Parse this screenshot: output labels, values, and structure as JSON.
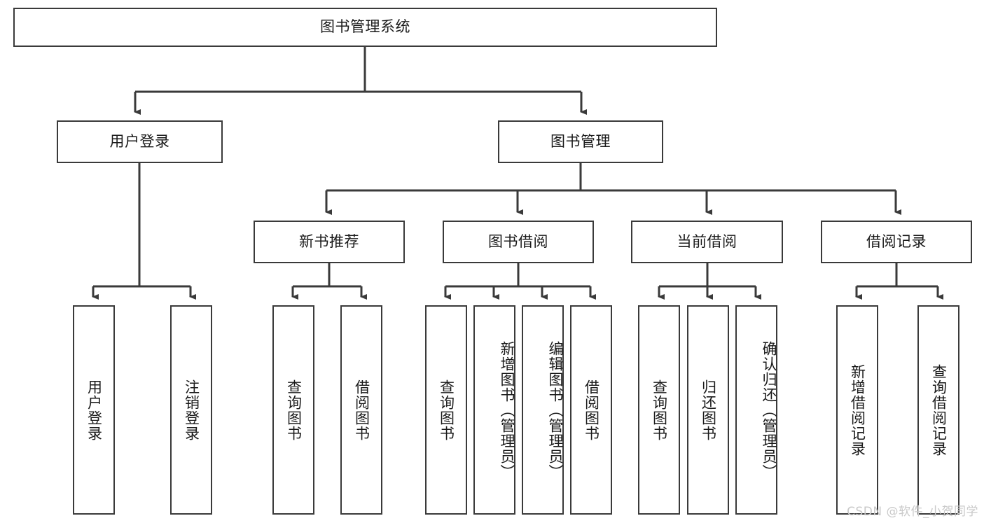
{
  "diagram": {
    "title": "图书管理系统",
    "type": "tree-hierarchy",
    "root": {
      "label": "图书管理系统"
    },
    "level2": [
      {
        "label": "用户登录"
      },
      {
        "label": "图书管理"
      }
    ],
    "level3": [
      {
        "label": "新书推荐"
      },
      {
        "label": "图书借阅"
      },
      {
        "label": "当前借阅"
      },
      {
        "label": "借阅记录"
      }
    ],
    "leaves": [
      {
        "label": "用户登录",
        "parent": "用户登录"
      },
      {
        "label": "注销登录",
        "parent": "用户登录"
      },
      {
        "label": "查询图书",
        "parent": "新书推荐"
      },
      {
        "label": "借阅图书",
        "parent": "新书推荐"
      },
      {
        "label": "查询图书",
        "parent": "图书借阅"
      },
      {
        "label": "新增图书（管理员）",
        "parent": "图书借阅"
      },
      {
        "label": "编辑图书（管理员）",
        "parent": "图书借阅"
      },
      {
        "label": "借阅图书",
        "parent": "图书借阅"
      },
      {
        "label": "查询图书",
        "parent": "当前借阅"
      },
      {
        "label": "归还图书",
        "parent": "当前借阅"
      },
      {
        "label": "确认归还（管理员）",
        "parent": "当前借阅"
      },
      {
        "label": "新增借阅记录",
        "parent": "借阅记录"
      },
      {
        "label": "查询借阅记录",
        "parent": "借阅记录"
      }
    ]
  },
  "watermark": {
    "text": "CSDN @软件_小贺同学"
  },
  "colors": {
    "stroke": "#3a3a3a",
    "background": "#ffffff",
    "text": "#1a1a1a",
    "watermark": "#c9c9c9"
  }
}
